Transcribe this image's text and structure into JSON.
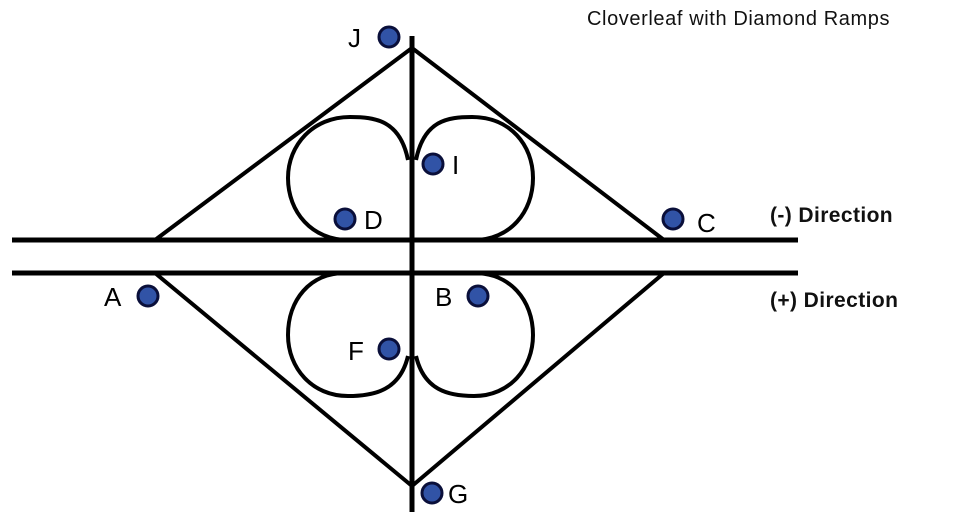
{
  "title": "Cloverleaf with Diamond Ramps",
  "directions": {
    "negative": "(-) Direction",
    "positive": "(+) Direction"
  },
  "points": {
    "J": "J",
    "I": "I",
    "D": "D",
    "C": "C",
    "A": "A",
    "B": "B",
    "F": "F",
    "G": "G"
  },
  "colors": {
    "point_fill": "#3153a6",
    "point_stroke": "#0a0f3a",
    "road": "#000000"
  }
}
